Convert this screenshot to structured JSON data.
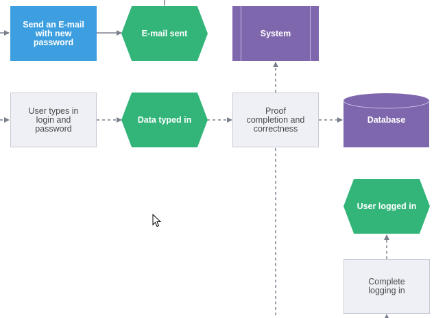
{
  "nodes": {
    "send_email": "Send an E-mail\nwith new\npassword",
    "email_sent": "E-mail sent",
    "system": "System",
    "user_types": "User types in\nlogin and\npassword",
    "data_typed": "Data typed in",
    "proof": "Proof\ncompletion and\ncorrectness",
    "database": "Database",
    "user_logged": "User logged in",
    "complete_login": "Complete\nlogging in"
  },
  "colors": {
    "process_blue": "#3d9fe0",
    "event_green": "#33b57a",
    "system_purple": "#7e67ad",
    "process_light": "#eef0f5",
    "connector": "#7a7f8c"
  },
  "icons": {
    "cursor": "mouse-pointer-icon"
  }
}
